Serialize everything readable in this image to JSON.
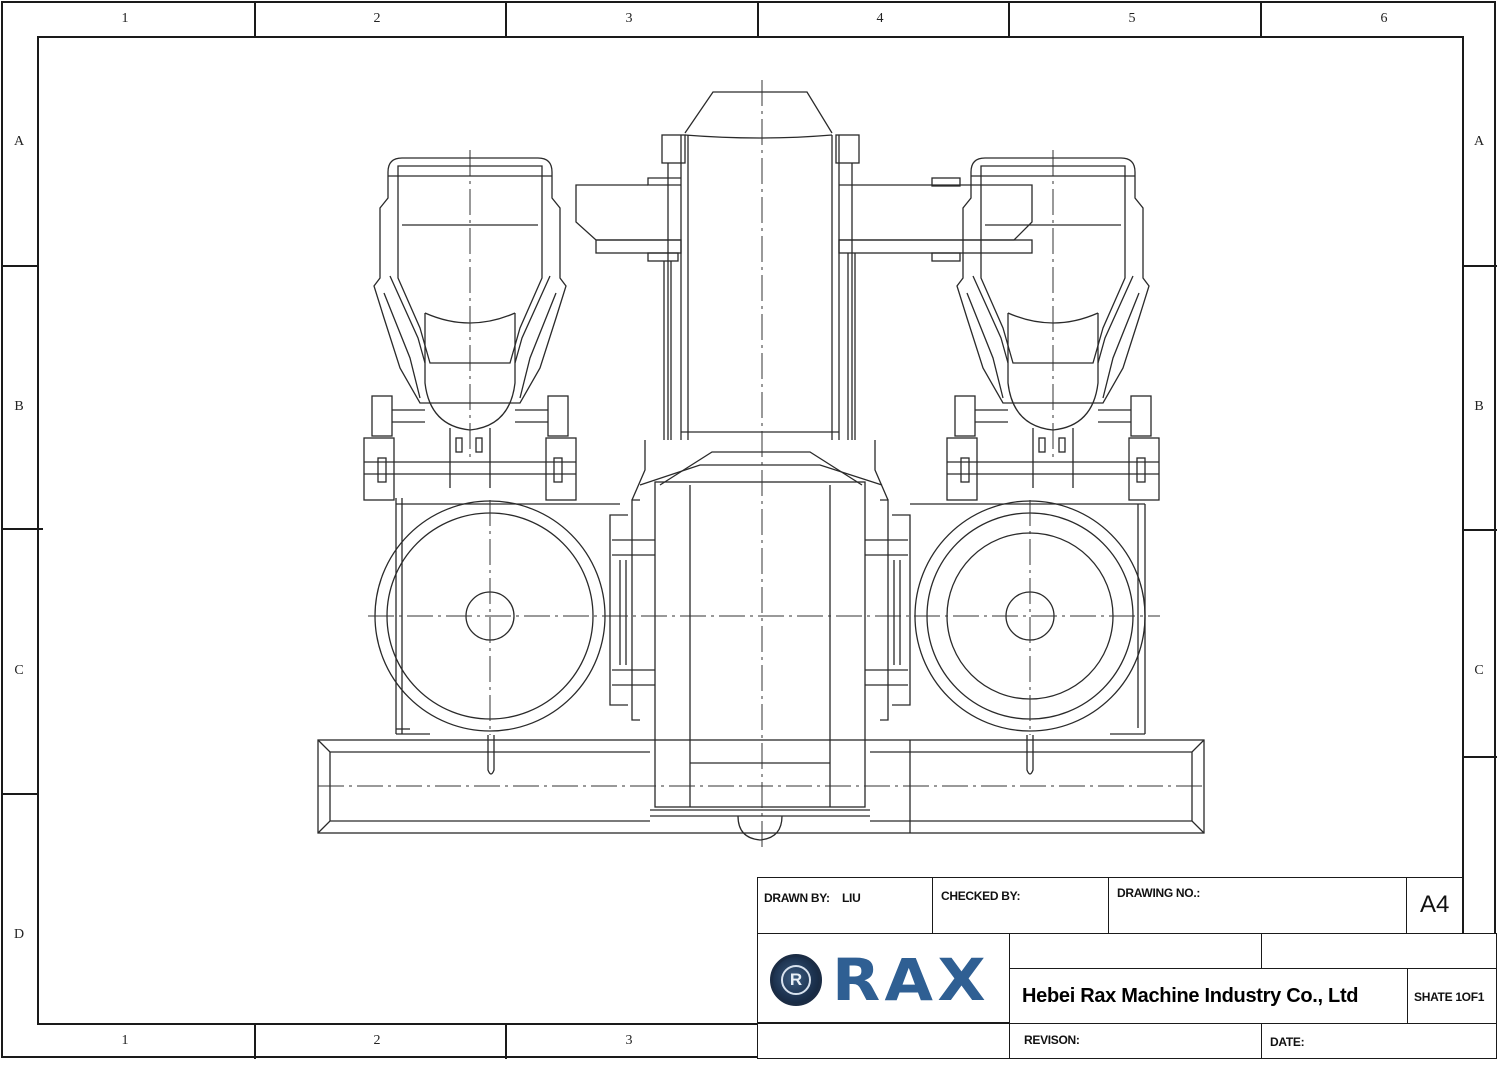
{
  "drawing": {
    "subject": "Twin pump booster set – front elevation",
    "line_color": "#2a2a2a",
    "centerline_color": "#333333"
  },
  "frame": {
    "columns_top": [
      "1",
      "2",
      "3",
      "4",
      "5",
      "6"
    ],
    "columns_bottom": [
      "1",
      "2",
      "3"
    ],
    "rows_left": [
      "A",
      "B",
      "C",
      "D"
    ],
    "rows_right": [
      "A",
      "B",
      "C"
    ]
  },
  "title_block": {
    "drawn_by_label": "DRAWN BY:",
    "drawn_by_value": "LIU",
    "checked_by_label": "CHECKED BY:",
    "checked_by_value": "",
    "drawing_no_label": "DRAWING NO.:",
    "drawing_no_value": "",
    "sheet_size": "A4",
    "company": "Hebei Rax Machine Industry Co., Ltd",
    "sheet_label": "SHATE 1OF1",
    "revision_label": "REVISON:",
    "revision_value": "",
    "date_label": "DATE:",
    "date_value": ""
  },
  "logo": {
    "badge_letter": "R",
    "text": "RAX",
    "brand_color": "#2f5f93",
    "badge_color": "#1d3350"
  }
}
